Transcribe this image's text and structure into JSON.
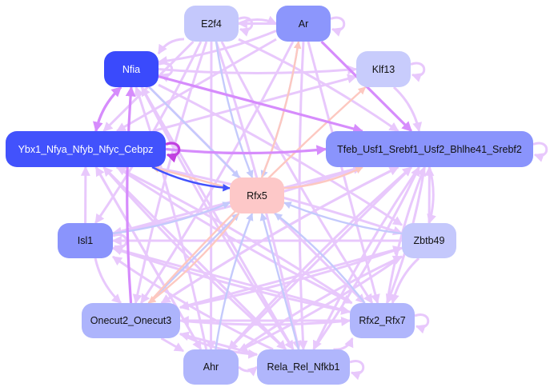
{
  "graph": {
    "type": "directed-network",
    "nodes": [
      {
        "id": "E2f4",
        "label": "E2f4",
        "color": "#c4c8fc"
      },
      {
        "id": "Ar",
        "label": "Ar",
        "color": "#8c96fc"
      },
      {
        "id": "Nfia",
        "label": "Nfia",
        "color": "#3a4afc",
        "text": "dark"
      },
      {
        "id": "Klf13",
        "label": "Klf13",
        "color": "#c8ccfc"
      },
      {
        "id": "Ybx1",
        "label": "Ybx1_Nfya_Nfyb_Nfyc_Cebpz",
        "color": "#4252fc",
        "text": "dark"
      },
      {
        "id": "Tfeb",
        "label": "Tfeb_Usf1_Srebf1_Usf2_Bhlhe41_Srebf2",
        "color": "#8a94fc"
      },
      {
        "id": "Rfx5",
        "label": "Rfx5",
        "color": "#fdc8c8"
      },
      {
        "id": "Isl1",
        "label": "Isl1",
        "color": "#8a94fc"
      },
      {
        "id": "Zbtb49",
        "label": "Zbtb49",
        "color": "#c4c8fc"
      },
      {
        "id": "Onecut2",
        "label": "Onecut2_Onecut3",
        "color": "#adb4fc"
      },
      {
        "id": "Rfx2",
        "label": "Rfx2_Rfx7",
        "color": "#b0b6fc"
      },
      {
        "id": "Ahr",
        "label": "Ahr",
        "color": "#b0b6fc"
      },
      {
        "id": "Rela",
        "label": "Rela_Rel_Nfkb1",
        "color": "#b0b6fc"
      }
    ],
    "edge_colors": {
      "default": "#e8c8fc",
      "strong": "#d68cfc",
      "blue": "#c4cafc",
      "salmon": "#fdc8c0",
      "darkblue": "#4252fc",
      "magenta": "#c040e0"
    },
    "edges": [
      [
        "E2f4",
        "Ar",
        "default"
      ],
      [
        "Ar",
        "E2f4",
        "default"
      ],
      [
        "E2f4",
        "Nfia",
        "default"
      ],
      [
        "E2f4",
        "Rfx5",
        "blue"
      ],
      [
        "E2f4",
        "Tfeb",
        "default"
      ],
      [
        "E2f4",
        "Ybx1",
        "default"
      ],
      [
        "E2f4",
        "Onecut2",
        "default"
      ],
      [
        "E2f4",
        "Rela",
        "default"
      ],
      [
        "E2f4",
        "Ahr",
        "default"
      ],
      [
        "E2f4",
        "Rfx2",
        "default"
      ],
      [
        "E2f4",
        "Isl1",
        "default"
      ],
      [
        "E2f4",
        "E2f4",
        "default"
      ],
      [
        "Ar",
        "Ar",
        "default"
      ],
      [
        "Ar",
        "Nfia",
        "default"
      ],
      [
        "Ar",
        "Rfx5",
        "blue"
      ],
      [
        "Ar",
        "Tfeb",
        "strong"
      ],
      [
        "Ar",
        "Ybx1",
        "default"
      ],
      [
        "Ar",
        "Rela",
        "default"
      ],
      [
        "Ar",
        "Onecut2",
        "default"
      ],
      [
        "Ar",
        "Rfx2",
        "default"
      ],
      [
        "Rfx5",
        "Ar",
        "salmon"
      ],
      [
        "Klf13",
        "Klf13",
        "default"
      ],
      [
        "Klf13",
        "Tfeb",
        "default"
      ],
      [
        "Ybx1",
        "Klf13",
        "default"
      ],
      [
        "Onecut2",
        "Klf13",
        "salmon"
      ],
      [
        "Nfia",
        "Klf13",
        "default"
      ],
      [
        "Nfia",
        "Ybx1",
        "strong"
      ],
      [
        "Ybx1",
        "Nfia",
        "strong"
      ],
      [
        "Nfia",
        "Nfia",
        "default"
      ],
      [
        "Nfia",
        "Tfeb",
        "strong"
      ],
      [
        "Nfia",
        "Rfx5",
        "blue"
      ],
      [
        "Nfia",
        "Rfx2",
        "default"
      ],
      [
        "Nfia",
        "Rela",
        "default"
      ],
      [
        "Nfia",
        "Zbtb49",
        "default"
      ],
      [
        "Ybx1",
        "Tfeb",
        "strong"
      ],
      [
        "Ybx1",
        "Rfx5",
        "darkblue"
      ],
      [
        "Rfx5",
        "Ybx1",
        "salmon"
      ],
      [
        "Ybx1",
        "Ybx1",
        "magenta"
      ],
      [
        "Ybx1",
        "Rela",
        "default"
      ],
      [
        "Ybx1",
        "Rfx2",
        "default"
      ],
      [
        "Ybx1",
        "Zbtb49",
        "default"
      ],
      [
        "Ybx1",
        "Ahr",
        "default"
      ],
      [
        "Tfeb",
        "Tfeb",
        "default"
      ],
      [
        "Tfeb",
        "Zbtb49",
        "default"
      ],
      [
        "Zbtb49",
        "Tfeb",
        "default"
      ],
      [
        "Tfeb",
        "Onecut2",
        "default"
      ],
      [
        "Tfeb",
        "Isl1",
        "default"
      ],
      [
        "Tfeb",
        "Ahr",
        "default"
      ],
      [
        "Tfeb",
        "Rela",
        "default"
      ],
      [
        "Tfeb",
        "Rfx2",
        "default"
      ],
      [
        "Rfx5",
        "Tfeb",
        "salmon"
      ],
      [
        "Isl1",
        "Ybx1",
        "default"
      ],
      [
        "Isl1",
        "Rfx5",
        "blue"
      ],
      [
        "Isl1",
        "Onecut2",
        "default"
      ],
      [
        "Isl1",
        "Isl1",
        "default"
      ],
      [
        "Isl1",
        "Tfeb",
        "default"
      ],
      [
        "Isl1",
        "Rfx2",
        "default"
      ],
      [
        "Zbtb49",
        "Rfx5",
        "blue"
      ],
      [
        "Zbtb49",
        "Onecut2",
        "default"
      ],
      [
        "Zbtb49",
        "Isl1",
        "default"
      ],
      [
        "Zbtb49",
        "Rfx2",
        "default"
      ],
      [
        "Zbtb49",
        "Ahr",
        "default"
      ],
      [
        "Onecut2",
        "Rfx5",
        "blue"
      ],
      [
        "Rfx5",
        "Onecut2",
        "salmon"
      ],
      [
        "Onecut2",
        "Ahr",
        "default"
      ],
      [
        "Onecut2",
        "Rfx2",
        "default"
      ],
      [
        "Onecut2",
        "Tfeb",
        "default"
      ],
      [
        "Onecut2",
        "Nfia",
        "strong"
      ],
      [
        "Onecut2",
        "Zbtb49",
        "default"
      ],
      [
        "Onecut2",
        "Rela",
        "default"
      ],
      [
        "Rfx2",
        "Rfx2",
        "default"
      ],
      [
        "Rfx2",
        "Rfx5",
        "blue"
      ],
      [
        "Rfx2",
        "Onecut2",
        "default"
      ],
      [
        "Rfx2",
        "Ybx1",
        "default"
      ],
      [
        "Rfx2",
        "Tfeb",
        "default"
      ],
      [
        "Rfx2",
        "Isl1",
        "default"
      ],
      [
        "Ahr",
        "Rela",
        "default"
      ],
      [
        "Ahr",
        "Rfx5",
        "blue"
      ],
      [
        "Ahr",
        "Tfeb",
        "default"
      ],
      [
        "Ahr",
        "Ybx1",
        "default"
      ],
      [
        "Ahr",
        "Nfia",
        "default"
      ],
      [
        "Ahr",
        "Zbtb49",
        "default"
      ],
      [
        "Rela",
        "Rela",
        "default"
      ],
      [
        "Rela",
        "Rfx5",
        "blue"
      ],
      [
        "Rela",
        "Tfeb",
        "default"
      ],
      [
        "Rela",
        "Ybx1",
        "default"
      ],
      [
        "Rela",
        "Onecut2",
        "default"
      ],
      [
        "Rela",
        "Rfx2",
        "default"
      ],
      [
        "Rela",
        "Isl1",
        "default"
      ],
      [
        "Rela",
        "Nfia",
        "default"
      ]
    ]
  }
}
